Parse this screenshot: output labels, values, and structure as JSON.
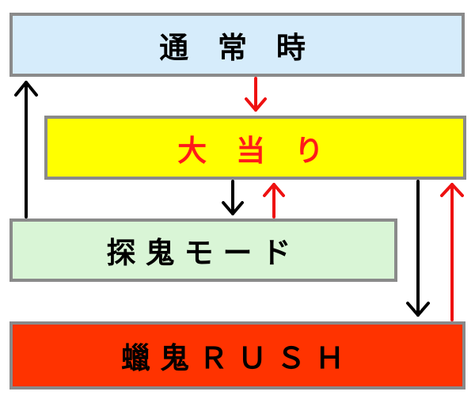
{
  "diagram": {
    "states": {
      "normal": {
        "label": "通 常 時",
        "fill": "#d6ecfb",
        "text_color": "#000000"
      },
      "bonus": {
        "label": "大 当 り",
        "fill": "#ffff00",
        "text_color": "#ff1a1a"
      },
      "mode": {
        "label": "探鬼モード",
        "fill": "#d9f5d6",
        "text_color": "#000000"
      },
      "rush": {
        "label": "蠟鬼ＲＵＳＨ",
        "fill": "#ff3300",
        "text_color": "#000000"
      }
    },
    "transitions": [
      {
        "from": "normal",
        "to": "bonus",
        "color": "#ee1111"
      },
      {
        "from": "bonus",
        "to": "mode",
        "color": "#000000"
      },
      {
        "from": "mode",
        "to": "bonus",
        "color": "#ee1111"
      },
      {
        "from": "mode",
        "to": "normal",
        "color": "#000000"
      },
      {
        "from": "bonus",
        "to": "rush",
        "color": "#000000"
      },
      {
        "from": "rush",
        "to": "bonus",
        "color": "#ee1111"
      }
    ]
  }
}
